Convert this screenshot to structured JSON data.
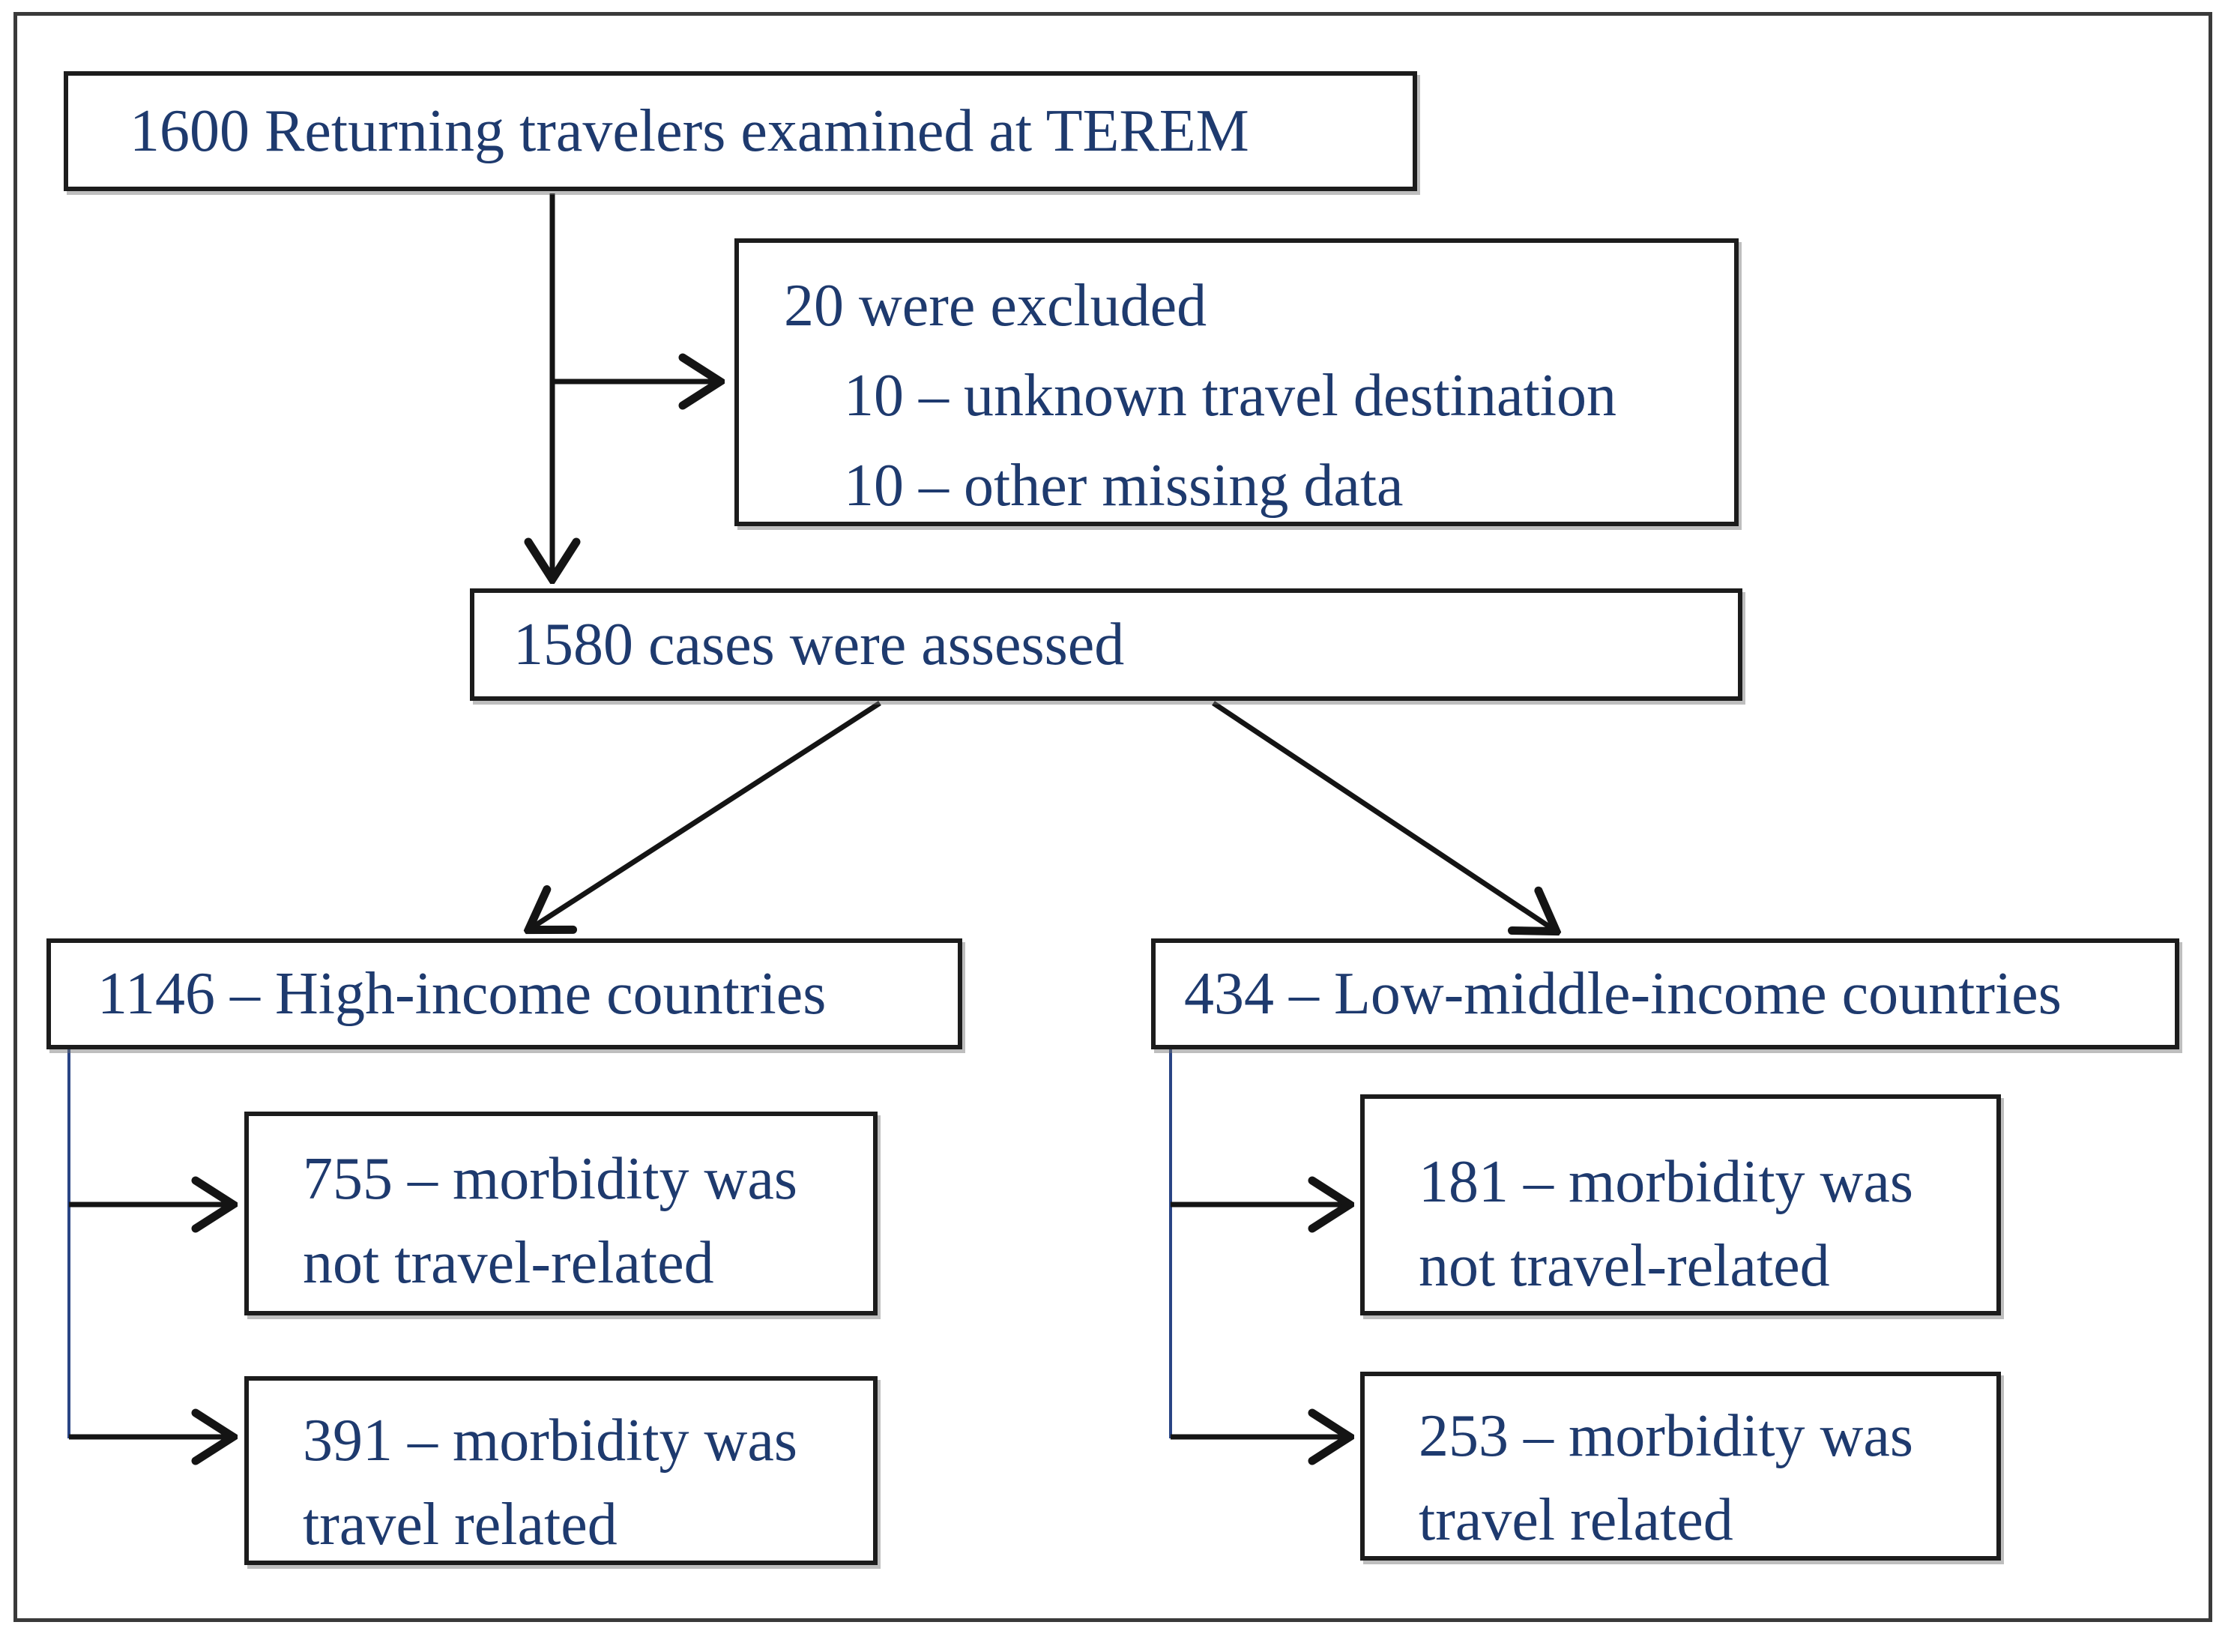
{
  "flowchart": {
    "colors": {
      "text": "#1e3a6e",
      "box_border": "#1c1c1c",
      "connector": "#141414",
      "branch_connector": "#2a4585",
      "frame": "#3a3a3a",
      "background": "#ffffff"
    },
    "nodes": {
      "examined": {
        "label": "1600 Returning travelers examined at TEREM"
      },
      "excluded": {
        "title": "20 were excluded",
        "items": [
          "10 – unknown travel destination",
          "10 – other missing data"
        ]
      },
      "assessed": {
        "label": "1580 cases were assessed"
      },
      "high_income": {
        "label": "1146 – High-income countries"
      },
      "low_middle_income": {
        "label": "434 – Low-middle-income countries"
      },
      "high_income_not_travel_related": {
        "lines": [
          "755 – morbidity was",
          "not travel-related"
        ]
      },
      "high_income_travel_related": {
        "lines": [
          "391 – morbidity was",
          "travel related"
        ]
      },
      "low_middle_income_not_travel_related": {
        "lines": [
          "181 – morbidity was",
          "not travel-related"
        ]
      },
      "low_middle_income_travel_related": {
        "lines": [
          "253 – morbidity was",
          "travel related"
        ]
      }
    }
  }
}
